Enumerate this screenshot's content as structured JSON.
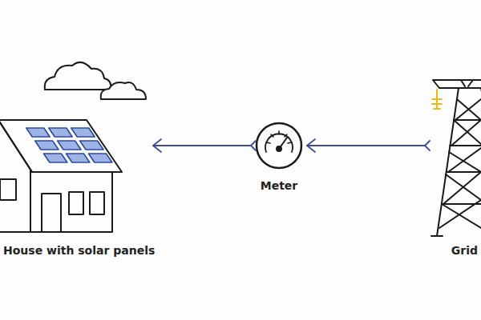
{
  "diagram": {
    "nodes": [
      {
        "text": [
          "House with solar panels"
        ]
      },
      {
        "text": [
          "Meter"
        ]
      },
      {
        "text": [
          "Grid"
        ]
      }
    ],
    "edges": [
      {
        "from": 2,
        "to": 1,
        "arrow": "to"
      },
      {
        "from": 1,
        "to": 0,
        "arrow": "to"
      }
    ]
  }
}
